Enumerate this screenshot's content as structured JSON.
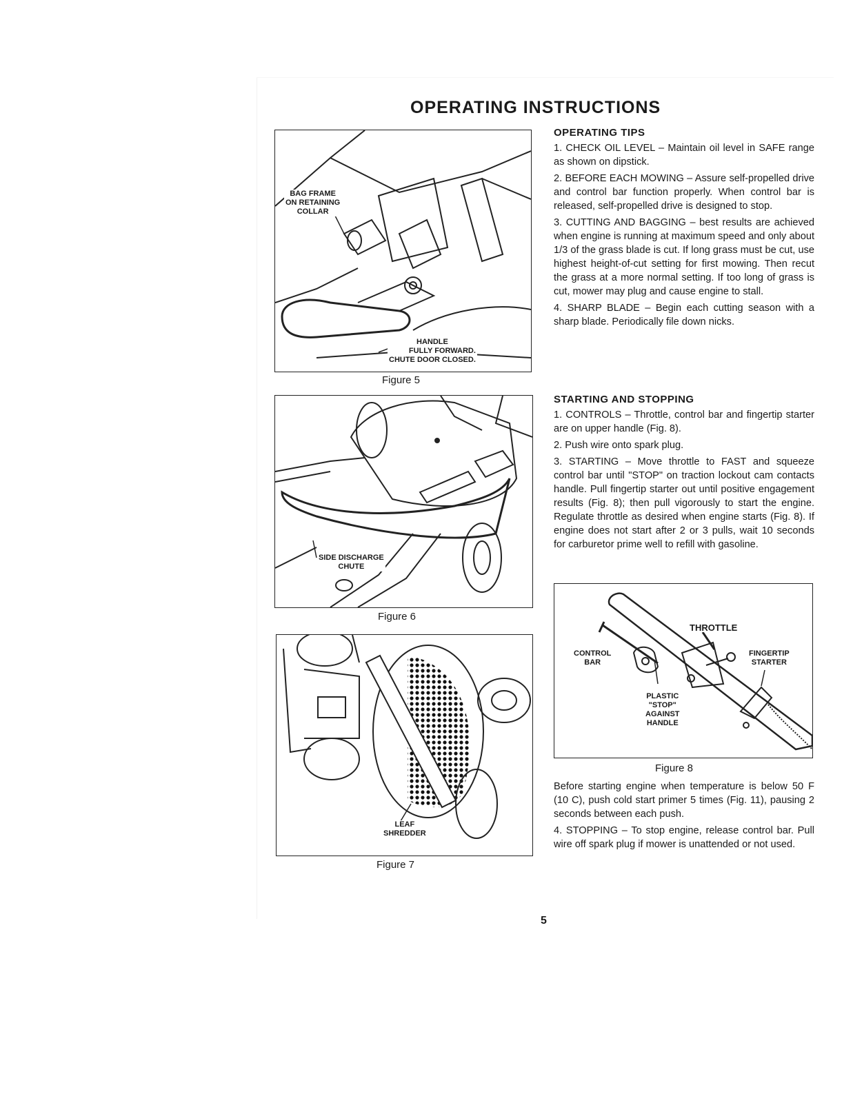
{
  "page_title": "OPERATING INSTRUCTIONS",
  "figures": {
    "fig5": {
      "caption": "Figure 5",
      "label_bag_frame": [
        "BAG FRAME",
        "ON RETAINING",
        "COLLAR"
      ],
      "label_handle": [
        "HANDLE",
        "FULLY FORWARD.",
        "CHUTE DOOR CLOSED."
      ]
    },
    "fig6": {
      "caption": "Figure 6",
      "label_chute": [
        "SIDE DISCHARGE",
        "CHUTE"
      ]
    },
    "fig7": {
      "caption": "Figure 7",
      "label_leaf": [
        "LEAF",
        "SHREDDER"
      ]
    },
    "fig8": {
      "caption": "Figure 8",
      "label_throttle": "THROTTLE",
      "label_control_bar": [
        "CONTROL",
        "BAR"
      ],
      "label_fingertip": [
        "FINGERTIP",
        "STARTER"
      ],
      "label_plastic_stop": [
        "PLASTIC",
        "\"STOP\"",
        "AGAINST",
        "HANDLE"
      ]
    }
  },
  "operating_tips": {
    "heading": "OPERATING TIPS",
    "items": [
      "1. CHECK OIL LEVEL – Maintain oil level in SAFE range as shown on dipstick.",
      "2. BEFORE EACH MOWING – Assure self-propelled drive and control bar function properly. When control bar is released, self-propelled drive is designed to stop.",
      "3. CUTTING AND BAGGING – best results are achieved when engine is running at maximum speed and only about 1/3 of the grass blade is cut. If long grass must be cut, use highest height-of-cut setting for first mowing. Then recut the grass at a more normal setting. If too long of grass is cut, mower may plug and cause engine to stall.",
      "4. SHARP BLADE – Begin each cutting season with a sharp blade. Periodically file down nicks."
    ]
  },
  "starting_stopping": {
    "heading": "STARTING AND STOPPING",
    "items": [
      "1. CONTROLS – Throttle, control bar and fingertip starter are on upper handle (Fig. 8).",
      "2. Push wire onto spark plug.",
      "3. STARTING – Move throttle to FAST and squeeze control bar until \"STOP\" on traction lockout cam contacts handle. Pull fingertip starter out until positive engagement results (Fig. 8); then pull vigorously to start the engine. Regulate throttle as desired when engine starts (Fig. 8). If engine does not start after 2 or 3 pulls, wait 10 seconds for carburetor prime well to refill with gasoline."
    ],
    "after_figure": [
      "Before starting engine when temperature is below 50 F (10 C), push cold start primer 5 times (Fig. 11), pausing 2 seconds between each push.",
      "4. STOPPING – To stop engine, release control bar. Pull wire off spark plug if mower is unattended or not used."
    ]
  },
  "page_number": "5"
}
